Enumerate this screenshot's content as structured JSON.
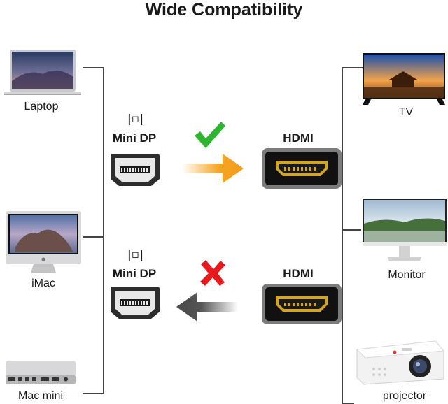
{
  "title": "Wide Compatibility",
  "sources": [
    {
      "label": "Laptop",
      "icon": "laptop-icon"
    },
    {
      "label": "iMac",
      "icon": "imac-icon"
    },
    {
      "label": "Mac mini",
      "icon": "mac-mini-icon"
    }
  ],
  "displays": [
    {
      "label": "TV",
      "icon": "tv-icon"
    },
    {
      "label": "Monitor",
      "icon": "monitor-icon"
    },
    {
      "label": "projector",
      "icon": "projector-icon"
    }
  ],
  "rows": [
    {
      "from": "Mini DP",
      "to": "HDMI",
      "status": "supported",
      "status_icon": "green-check-icon",
      "arrow_color": "#f5a623"
    },
    {
      "from": "Mini DP",
      "to": "HDMI",
      "status": "not-supported",
      "status_icon": "red-x-icon",
      "arrow_color": "#555555"
    }
  ],
  "minidp_glyph": "|◻|",
  "colors": {
    "check": "#2db52d",
    "cross": "#e8191c",
    "arrow_forward": "#f5a623",
    "arrow_back": "#555555"
  }
}
